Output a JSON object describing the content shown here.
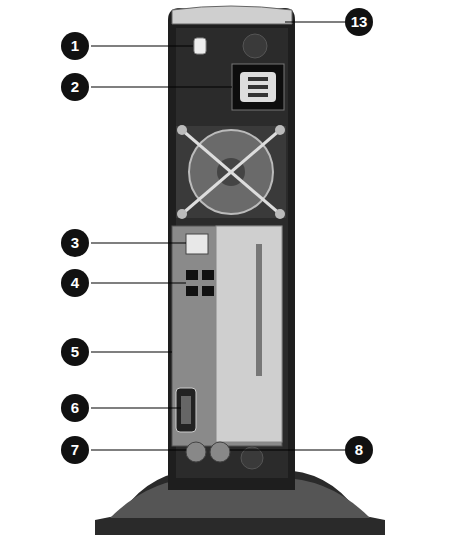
{
  "diagram": {
    "labels": [
      "1",
      "2",
      "3",
      "4",
      "5",
      "6",
      "7",
      "8",
      "13"
    ]
  }
}
